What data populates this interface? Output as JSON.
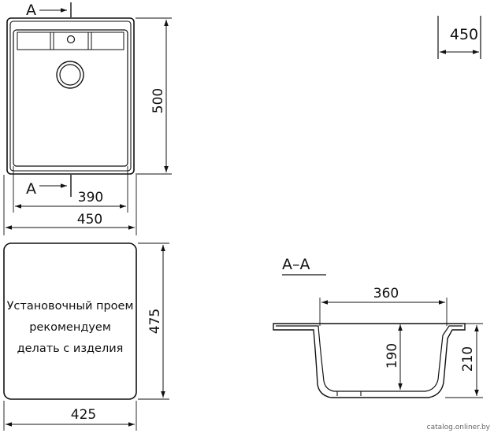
{
  "top_view": {
    "section_marker": "A",
    "dim_depth": "500",
    "dim_inner_width": "390",
    "dim_outer_width": "450",
    "dim_cabinet": "450"
  },
  "cutout_view": {
    "note_lines": [
      "Установочный проем",
      "рекомендуем",
      "делать с изделия"
    ],
    "dim_height": "475",
    "dim_width": "425"
  },
  "section_view": {
    "title": "A–A",
    "dim_inner_width": "360",
    "dim_inner_depth": "190",
    "dim_total_depth": "210"
  },
  "watermark": "catalog.onliner.by"
}
